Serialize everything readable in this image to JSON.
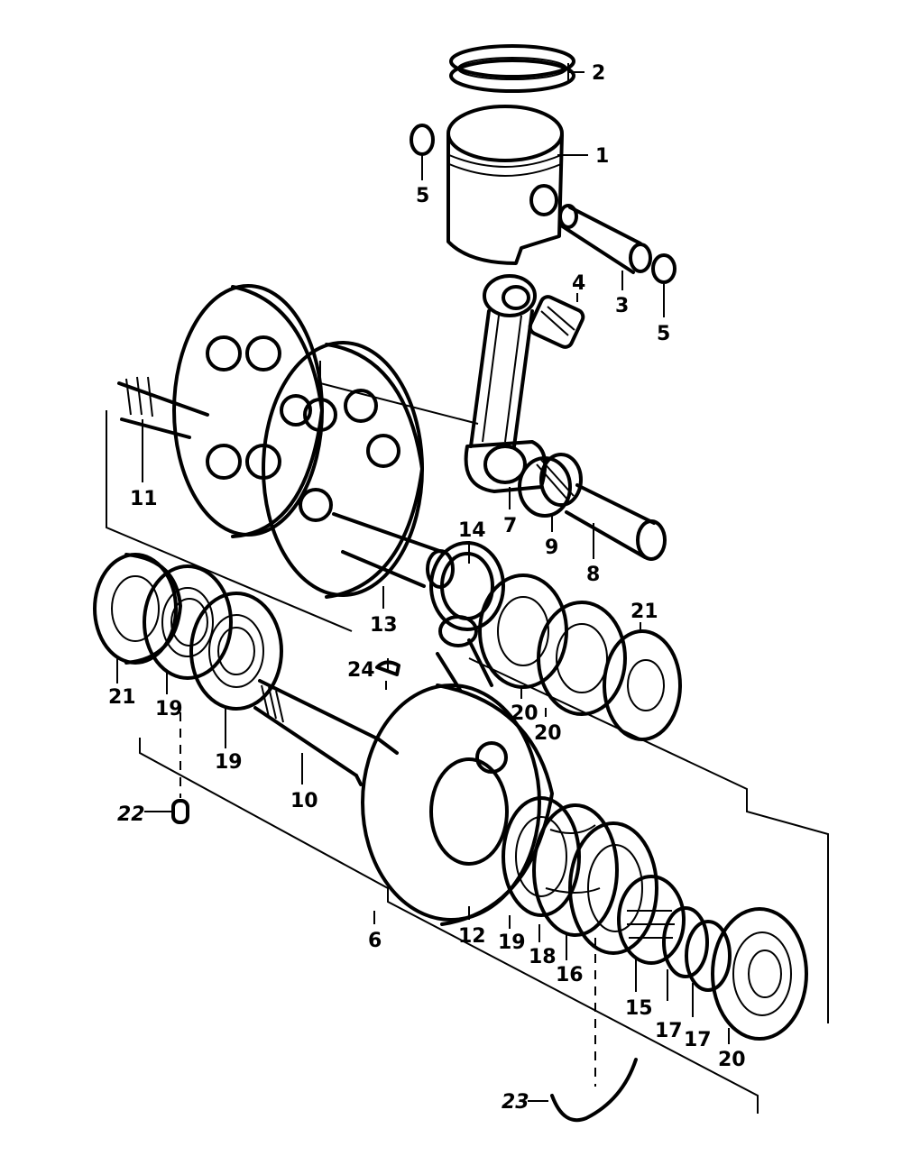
{
  "labels": {
    "l1": "1",
    "l2": "2",
    "l3": "3",
    "l4": "4",
    "l5a": "5",
    "l5b": "5",
    "l6": "6",
    "l7": "7",
    "l8": "8",
    "l9": "9",
    "l10": "10",
    "l11": "11",
    "l12": "12",
    "l13": "13",
    "l14": "14",
    "l15": "15",
    "l16": "16",
    "l17a": "17",
    "l17b": "17",
    "l18": "18",
    "l19a": "19",
    "l19b": "19",
    "l19c": "19",
    "l20a": "20",
    "l20b": "20",
    "l20c": "20",
    "l21a": "21",
    "l21b": "21",
    "l22": "22",
    "l23": "23",
    "l24": "24"
  }
}
